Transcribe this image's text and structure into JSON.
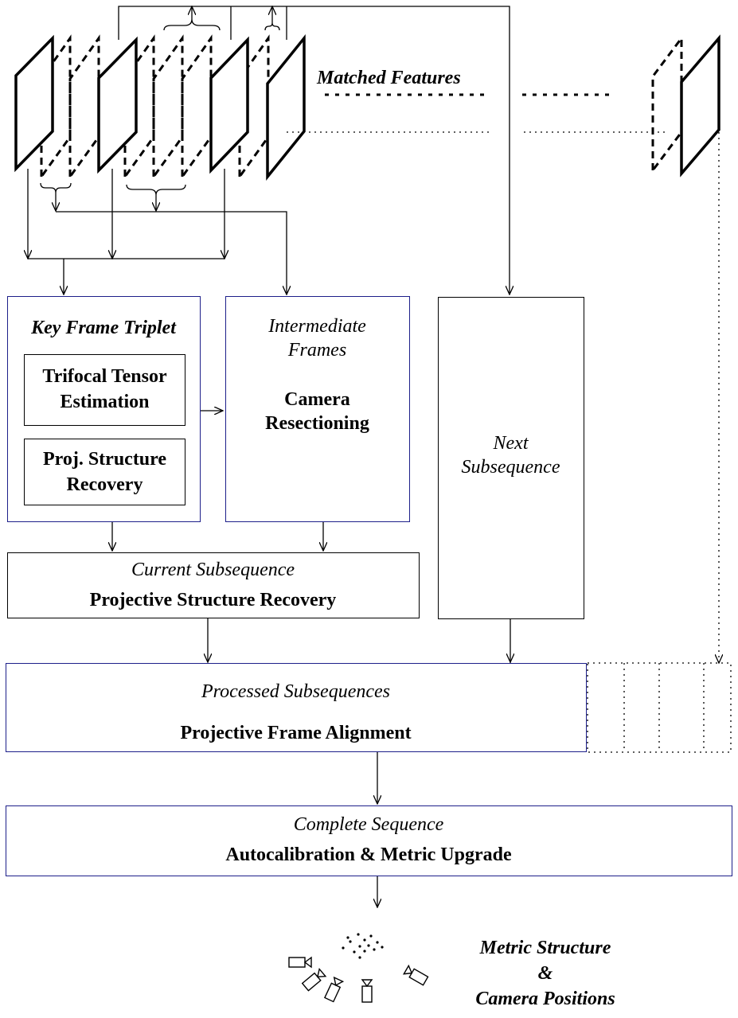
{
  "labels": {
    "matched_features": "Matched Features",
    "key_frame_triplet": "Key Frame Triplet",
    "trifocal_line1": "Trifocal Tensor",
    "trifocal_line2": "Estimation",
    "proj_line1": "Proj. Structure",
    "proj_line2": "Recovery",
    "intermediate_line1": "Intermediate",
    "intermediate_line2": "Frames",
    "resection_line1": "Camera",
    "resection_line2": "Resectioning",
    "next_line1": "Next",
    "next_line2": "Subsequence",
    "current_title": "Current Subsequence",
    "current_sub": "Projective Structure Recovery",
    "processed_title": "Processed Subsequences",
    "processed_sub": "Projective Frame Alignment",
    "complete_title": "Complete Sequence",
    "complete_sub": "Autocalibration & Metric Upgrade",
    "metric_line1": "Metric Structure",
    "metric_line2": "&",
    "metric_line3": "Camera Positions"
  },
  "colors": {
    "stroke": "#000000",
    "blue_border": "#1d1f8a"
  }
}
